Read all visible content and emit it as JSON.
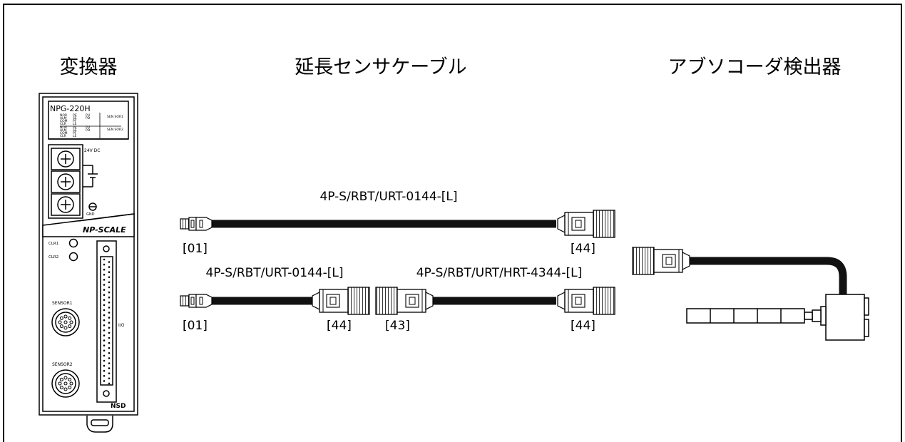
{
  "headings": {
    "converter": "変換器",
    "extension_cable": "延長センサケーブル",
    "detector": "アブソコーダ検出器"
  },
  "converter": {
    "model": "NPG-220H",
    "indicators_1": [
      "NOR",
      "ALM",
      "COM",
      "CLR"
    ],
    "indicators_1b": [
      "PE",
      "SE",
      "PF",
      "LE"
    ],
    "indicators_1c": [
      "PU",
      "PD"
    ],
    "sensor1_short": "SEN SOR1",
    "indicators_2": [
      "NOR",
      "ALM",
      "COM",
      "CLR"
    ],
    "indicators_2b": [
      "PE",
      "SE",
      "PF",
      "LE"
    ],
    "indicators_2c": [
      "PU",
      "PD"
    ],
    "sensor2_short": "SEN SOR2",
    "power_label": "24V DC",
    "gnd_label": "GND",
    "brand": "NP-SCALE",
    "clr1": "CLR1",
    "clr2": "CLR2",
    "sensor1": "SENSOR1",
    "sensor2": "SENSOR2",
    "io": "I/O",
    "logo": "NSD"
  },
  "cables": {
    "single": {
      "part": "4P-S/RBT/URT-0144-[L]",
      "end_left": "[01]",
      "end_right": "[44]"
    },
    "pair_first": {
      "part": "4P-S/RBT/URT-0144-[L]",
      "end_left": "[01]",
      "end_right": "[44]"
    },
    "pair_second": {
      "part": "4P-S/RBT/URT/HRT-4344-[L]",
      "end_left": "[43]",
      "end_right": "[44]"
    }
  },
  "colors": {
    "line": "#000000",
    "background": "#ffffff",
    "cable": "#111111"
  }
}
